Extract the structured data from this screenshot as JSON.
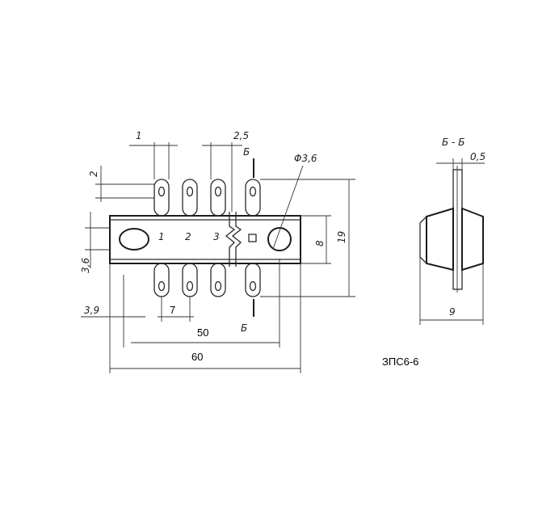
{
  "section_title": "Б - Б",
  "section_marker_top": "Б",
  "section_marker_bottom": "Б",
  "hole_diameter": "Φ3,6",
  "dims": {
    "lug_width": "1",
    "lug_gap": "2,5",
    "lug_top_offset": "2",
    "left_offset": "3,6",
    "body_height": "8",
    "overall_height": "19",
    "left_hole_offset": "3,9",
    "pitch": "7",
    "hole_spacing": "50",
    "overall_length": "60",
    "section_thickness": "0,5",
    "section_width": "9"
  },
  "contact_numbers": [
    "1",
    "2",
    "3"
  ],
  "part_name": "ЗПС6-6",
  "ink_color": "#222222"
}
